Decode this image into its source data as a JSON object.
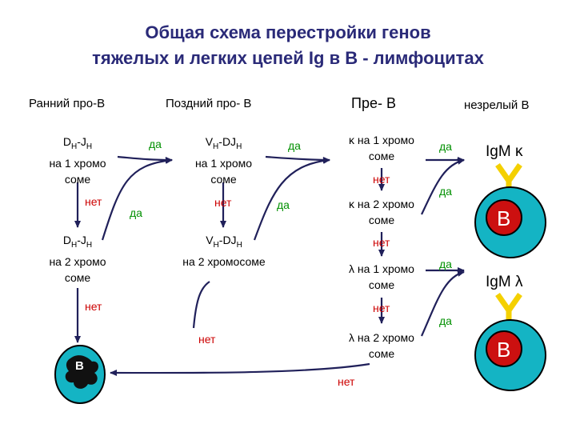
{
  "title": {
    "line1": "Общая схема перестройки генов",
    "line2": "тяжелых и легких цепей Ig в В - лимфоцитах"
  },
  "columns": {
    "early_pro_b": "Ранний про-В",
    "late_pro_b": "Поздний про- В",
    "pre_b": "Пре- В",
    "immature_b": "незрелый В"
  },
  "early": {
    "box1": {
      "gene": "D",
      "sub1": "H",
      "sep": "-J",
      "sub2": "H",
      "line2": "на 1 хромо",
      "line3": "соме"
    },
    "box2": {
      "gene": "D",
      "sub1": "H",
      "sep": "-J",
      "sub2": "H",
      "line2": "на 2 хромо",
      "line3": "соме"
    }
  },
  "late": {
    "box1": {
      "gene": "V",
      "sub1": "H",
      "sep": "-DJ",
      "sub2": "H",
      "line2": "на 1 хромо",
      "line3": "соме"
    },
    "box2": {
      "gene": "V",
      "sub1": "H",
      "sep": "-DJ",
      "sub2": "H",
      "line2": "на 2 хромосоме"
    }
  },
  "pre": {
    "k1": {
      "line1": "κ на 1 хромо",
      "line2": "соме"
    },
    "k2": {
      "line1": "κ на 2 хромо",
      "line2": "соме"
    },
    "l1": {
      "line1": "λ на 1 хромо",
      "line2": "соме"
    },
    "l2": {
      "line1": "λ на 2 хромо",
      "line2": "соме"
    }
  },
  "labels": {
    "yes": "да",
    "no": "нет"
  },
  "immature": {
    "igm_kappa": "IgM κ",
    "igm_lambda": "IgM λ",
    "cell_letter": "B"
  },
  "dead_cell": {
    "letter": "B"
  },
  "colors": {
    "title": "#2a2a78",
    "yes": "#009000",
    "no": "#cc0000",
    "arrow": "#20205a",
    "cell_outer": "#14b4c4",
    "cell_inner": "#cc1010",
    "receptor": "#f4d000"
  }
}
